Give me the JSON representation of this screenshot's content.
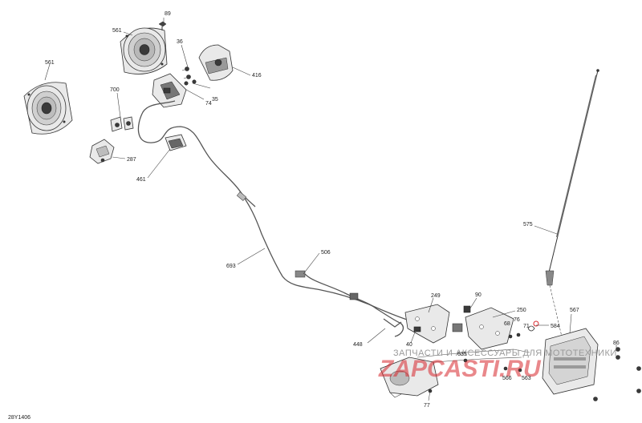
{
  "labels": {
    "l89": "89",
    "l561a": "561",
    "l561b": "561",
    "l36": "36",
    "l416": "416",
    "l700": "700",
    "l74": "74",
    "l35": "35",
    "l287": "287",
    "l461": "461",
    "l575": "575",
    "l693": "693",
    "l506": "506",
    "l249": "249",
    "l90": "90",
    "l250": "250",
    "l567": "567",
    "l68": "68",
    "l76": "76",
    "l71": "71",
    "l584": "584",
    "l86": "86",
    "l448": "448",
    "l40": "40",
    "l635": "635",
    "l566": "566",
    "l563": "563",
    "l77": "77"
  },
  "watermark": {
    "text": "ЗАПЧАСТИ И АКСЕССУАРЫ ДЛЯ МОТОТЕХНИКИ",
    "logo": "ZAPCASTI.RU"
  },
  "figure_code": "28Y1406"
}
